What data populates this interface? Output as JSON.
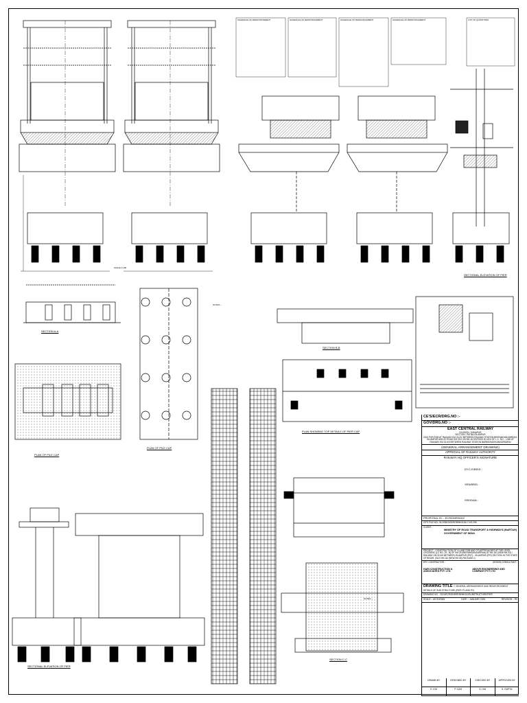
{
  "titleBlock": {
    "ces_no": "CE'S/ECR/DRG.NO :-",
    "gov_no": "GOV/DRG.NO :-",
    "railway": "EAST CENTRAL RAILWAY",
    "division": "DIVISION : DANAPUR",
    "section": "SECTION : PATNA-ISLAMPUR",
    "description": "GAD FOR ROB AT RAILWAY KM 24.2/2 BETWEEN RAILWAY STATION BIKRAMGANJ/ARRAH-ISLAMPUR AND AT ROAD KM 39.0 ON NH-110 BYPASS IN LIEU OF L.C. NO. - LINK AT RAILWAY KM 32.6/0 BETWEEN RAILWAY STATION BARBIGHA/EKANGARSARAI",
    "drawing_type": "(GENERAL ARRANGEMENT DRAWING)",
    "approval": "APPROVAL OF RAILWAY AUTHORITY",
    "signature_heading": "RAILWAY HQ OFFICER'S SIGNATURE",
    "sig1": "DY.C.E/BR/D :",
    "sig2": "XEN/BR/D :",
    "sig3": "SSE/DAN :",
    "proposal_no": "PROPOSAL ID :- ECR/DNR/0002",
    "file_no": "CE'S FILE NO:- W-2/SB/2023/ROB/NH110/LC NO-296",
    "client_label": "CLIENT :",
    "client": "MINISTRY OF ROAD TRANSPORT & HIGHWAYS (MoRT&H) GOVERNMENT OF INDIA",
    "project": "PROJECT : CONSTRUCTION OF 4-LANE ROB AND ITS APPROACHES AT THE LEVEL CROSSING (LC NO. 29 - B) OF KM 29 (BIKRAMGANJ/ARRAH) AT NH-110 (NEW NH-33) / RAILWAY KM 32.6/0 BETWEEN ISLAMPUR (PNT) - ISLAMPUR (IPR) SECTION IN THE STATE OF BIHAR. (OLD NH-110 (NEW NH 33) PACKAGE-I)",
    "contractor_label": "EPC CONTRACTOR :",
    "consultant_label": "DESIGN CONSULTANT :",
    "contractor": "HARI CONSTRUCTION & ASSOCIATES PVT. LTD.",
    "consultant": "ABOVE ENGINEERING AND COMPANY PVT LTD",
    "drawing_title_label": "DRAWING TITLE :",
    "drawing_title": "GENERAL ARRANGEMENT AND REINFORCEMENT DETAILS OF SUB STRUCTURE (PIER P1 AND P2)",
    "drawing_no_label": "DRAWING NO. :",
    "drawing_no": "2024/ECR/DNR/ROB/NH110/SUBSTRUCTURE/PIER",
    "scale": "SCALE :- AS SHOWN",
    "date": "DATE :- JANUARY 2025",
    "revision": "REVISION :- R0",
    "drawn_by_label": "DRAWN BY",
    "designed_label": "DESIGNED BY",
    "checked_label": "CHECKED BY",
    "approved_label": "APPROVED BY",
    "drawn_by": "E. KOI",
    "designed_by": "P. DAS",
    "checked_by": "S. HUI",
    "approved_by": "S. GUPTA"
  },
  "legends": {
    "l1_title": "SCHEDULE OF REINFORCEMENT",
    "l2_title": "SCHEDULE OF REINFORCEMENT",
    "l3_title": "SCHEDULE OF REINFORCEMENT",
    "l4_title": "SCHEDULE OF REINFORCEMENT",
    "l5_title": "LIST OF QUANTITIES",
    "notes_title": "NOTES :-"
  },
  "labels": {
    "sec_a": "SECTION A-A",
    "sec_b": "SECTION B-B",
    "sec_c": "SECTION C-C",
    "plan_pier": "PLAN SHOWING TOP DETAILS OF PIER CAP",
    "plan_pile": "PLAN OF PILE CAP",
    "elev_pier": "SECTIONAL ELEVATION OF PIER",
    "scale_lbl": "SCALE 1:100"
  },
  "colors": {
    "ink": "#000000",
    "hatch": "#555555",
    "paper": "#ffffff"
  }
}
